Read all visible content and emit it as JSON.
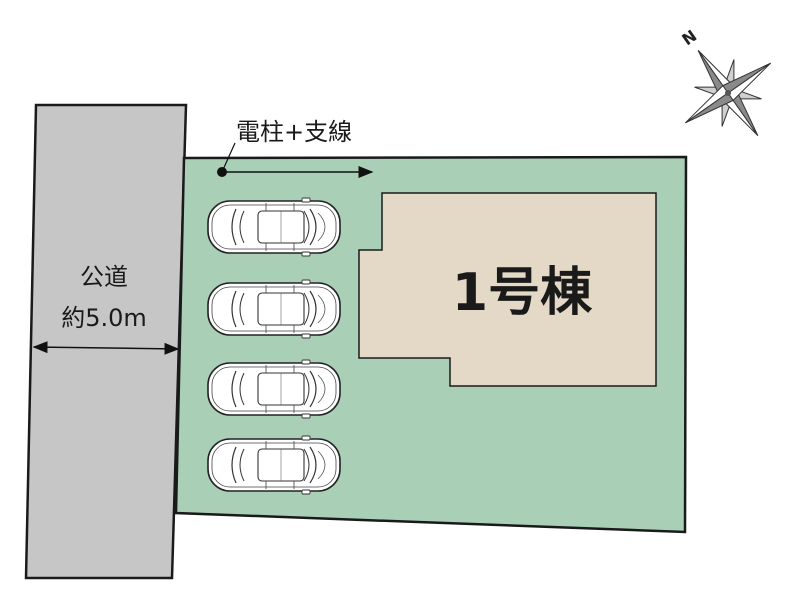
{
  "road": {
    "name": "公道",
    "width_label": "約5.0m",
    "fill": "#c6c6c6"
  },
  "lot": {
    "fill": "#a9cfb7"
  },
  "building": {
    "label": "1号棟",
    "fill": "#e3d9c6"
  },
  "utility_pole": {
    "label": "電柱+支線"
  },
  "parking": {
    "car_count": 4
  },
  "compass": {
    "label": "N"
  }
}
